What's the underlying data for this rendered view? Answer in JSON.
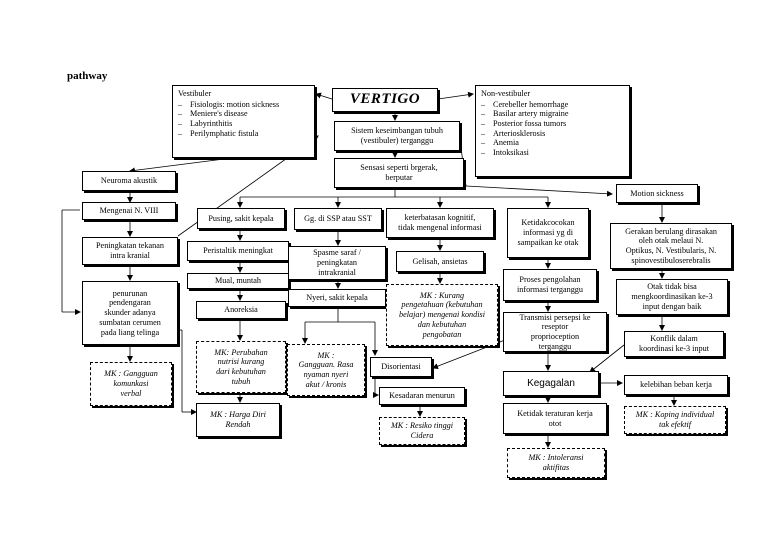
{
  "heading": "pathway",
  "title": "VERTIGO",
  "vestibuler": {
    "header": "Vestibuler",
    "items": [
      "Fisiologis: motion sickness",
      "Meniere's disease",
      "Labyrinthitis",
      "Perilymphatic fistula"
    ]
  },
  "non_vestibuler": {
    "header": "Non-vestibuler",
    "items": [
      "Cerebeller hemorrhage",
      "Basilar artery migraine",
      "Posterior fossa tumors",
      "Arteriosklerosis",
      "Anemia",
      "Intoksikasi"
    ]
  },
  "nodes": {
    "sistem": "Sistem keseimbangan tubuh\n(vestibuler) terganggu",
    "sensasi": "Sensasi seperti brgerak,\nberputar",
    "neuroma": "Neuroma akustik",
    "mengenai": "Mengenai N. VIII",
    "peningkatan_tekanan": "Peningkatan tekanan\nintra kranial",
    "penurunan": "penurunan\npendengaran\nskunder adanya\nsumbatan cerumen\npada liang telinga",
    "mk_komunikasi": "MK : Gangguan\nkomunkasi\nverbal",
    "pusing": "Pusing, sakit kepala",
    "peristaltik": "Peristaltik meningkat",
    "mual": "Mual, muntah",
    "anoreksia": "Anoreksia",
    "mk_nutrisi": "MK: Perubahan\nnutrisi kurang\ndari kebutuhan\ntubuh",
    "mk_harga": "MK : Harga Diri\nRendah",
    "gg_ssp": "Gg. di SSP atau SST",
    "spasme": "Spasme saraf /\npeningkatan\nintrakranial",
    "nyeri": "Nyeri, sakit kepala",
    "mk_nyeri": "MK :\nGangguan. Rasa\nnyaman nyeri\nakut / kronis",
    "disorientasi": "Disorientasi",
    "kesadaran": "Kesadaran menurun",
    "mk_cidera": "MK : Resiko tinggi\nCidera",
    "keterbatasan": "keterbatasan kognitif,\ntidak mengenal informasi",
    "gelisah": "Gelisah, ansietas",
    "mk_pengetahuan": "MK : Kurang\npengetahuan (kebutuhan\nbelajar) mengenai kondisi\ndan kebutuhan\npengobatan",
    "ketidakcocokan": "Ketidakcocokan\ninformasi yg di\nsampaikan ke otak",
    "proses": "Proses pengolahan\ninformasi terganggu",
    "transmisi": "Transmisi persepsi ke\nreseptor\nproprioception\nterganggu",
    "kegagalan": "Kegagalan",
    "ketidak_teraturan": "Ketidak teraturan kerja\notot",
    "mk_intoleransi": "MK : Intoleransi\naktifitas",
    "motion": "Motion sickness",
    "gerakan": "Gerakan berulang dirasakan\noleh otak melaui N.\nOptikus, N. Vestibularis, N.\nspinovestibuloserebralis",
    "otak": "Otak tidak bisa\nmengkoordinasikan ke-3\ninput dengan baik",
    "konflik": "Konflik dalam\nkoordinasi ke-3 input",
    "kelebihan": "kelebihan beban kerja",
    "mk_koping": "MK : Koping individual\ntak efektif"
  }
}
